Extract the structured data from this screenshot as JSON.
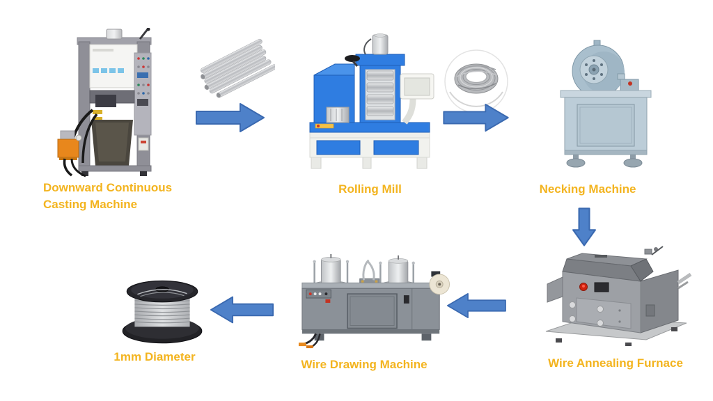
{
  "diagram": {
    "type": "process-flow",
    "background": "#ffffff",
    "colors": {
      "label": "#F3B41F",
      "arrow_fill": "#4E81C9",
      "arrow_stroke": "#3A69B0"
    },
    "stations": [
      {
        "id": "casting-machine",
        "label": "Downward Continuous Casting Machine",
        "icon": "casting-machine-illustration"
      },
      {
        "id": "rolling-mill",
        "label": "Rolling Mill",
        "icon": "rolling-mill-illustration"
      },
      {
        "id": "necking-machine",
        "label": "Necking Machine",
        "icon": "necking-machine-illustration"
      },
      {
        "id": "wire-annealing-furnace",
        "label": "Wire Annealing Furnace",
        "icon": "annealing-furnace-illustration"
      },
      {
        "id": "wire-drawing-machine",
        "label": "Wire Drawing Machine",
        "icon": "drawing-machine-illustration"
      },
      {
        "id": "output-spool",
        "label": "1mm Diameter",
        "icon": "wire-spool-illustration"
      }
    ],
    "intermediates": [
      {
        "id": "cast-rods",
        "icon": "metal-rods-icon"
      },
      {
        "id": "rolled-wire-coil",
        "icon": "wire-coil-icon"
      }
    ],
    "arrows": [
      {
        "id": "casting-to-rolling",
        "direction": "right"
      },
      {
        "id": "rolling-to-necking",
        "direction": "right"
      },
      {
        "id": "necking-to-annealing",
        "direction": "down"
      },
      {
        "id": "annealing-to-drawing",
        "direction": "left"
      },
      {
        "id": "drawing-to-output",
        "direction": "left"
      }
    ]
  }
}
